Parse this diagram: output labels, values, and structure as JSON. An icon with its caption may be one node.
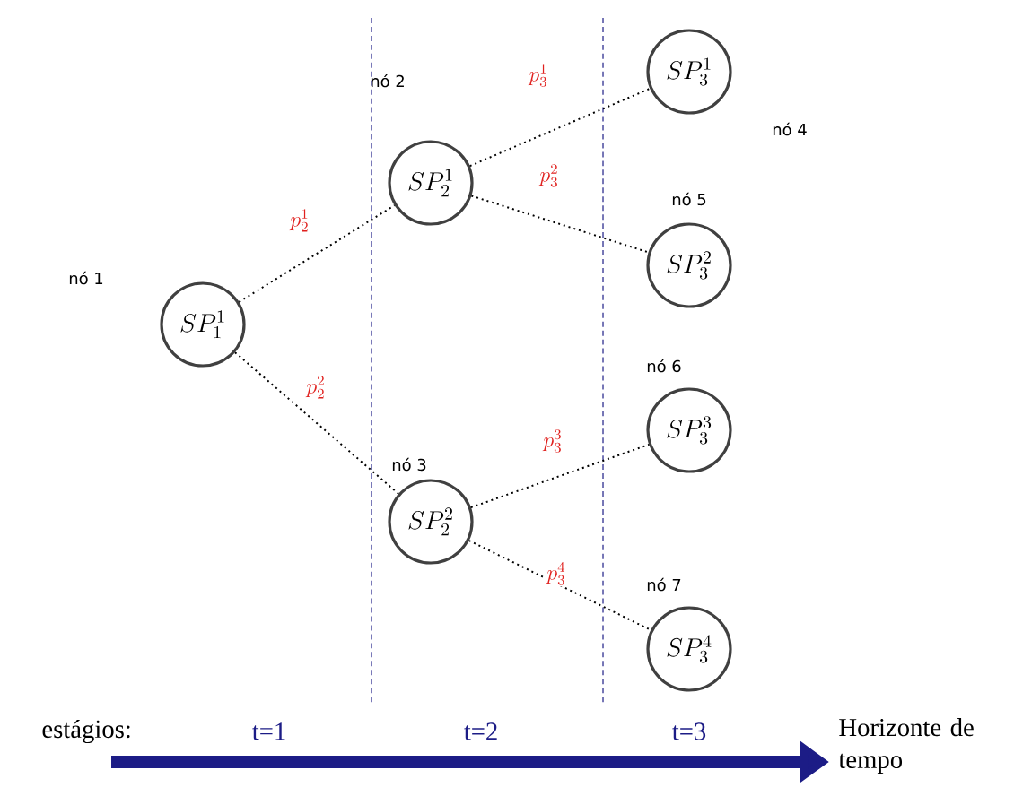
{
  "diagram": {
    "nodes": [
      {
        "text": [
          "SP_1^1"
        ],
        "beside": [
          "nó 1"
        ]
      },
      {
        "text": [
          "SP_2^1"
        ],
        "beside": [
          "nó 2"
        ]
      },
      {
        "text": [
          "SP_2^2"
        ],
        "beside": [
          "nó 3"
        ]
      },
      {
        "text": [
          "SP_3^1"
        ],
        "beside": [
          "nó 4"
        ]
      },
      {
        "text": [
          "SP_3^2"
        ],
        "beside": [
          "nó 5"
        ]
      },
      {
        "text": [
          "SP_3^3"
        ],
        "beside": [
          "nó 6"
        ]
      },
      {
        "text": [
          "SP_3^4"
        ],
        "beside": [
          "nó 7"
        ]
      }
    ],
    "edges": [
      {
        "from": 0,
        "to": 1,
        "arrow": "none",
        "label": "p_2^1"
      },
      {
        "from": 0,
        "to": 2,
        "arrow": "none",
        "label": "p_2^2"
      },
      {
        "from": 1,
        "to": 3,
        "arrow": "none",
        "label": "p_3^1"
      },
      {
        "from": 1,
        "to": 4,
        "arrow": "none",
        "label": "p_3^2"
      },
      {
        "from": 2,
        "to": 5,
        "arrow": "none",
        "label": "p_3^3"
      },
      {
        "from": 2,
        "to": 6,
        "arrow": "none",
        "label": "p_3^4"
      }
    ],
    "labels": [
      "estágios:",
      "t=1",
      "t=2",
      "t=3",
      "Horizonte de tempo"
    ]
  }
}
